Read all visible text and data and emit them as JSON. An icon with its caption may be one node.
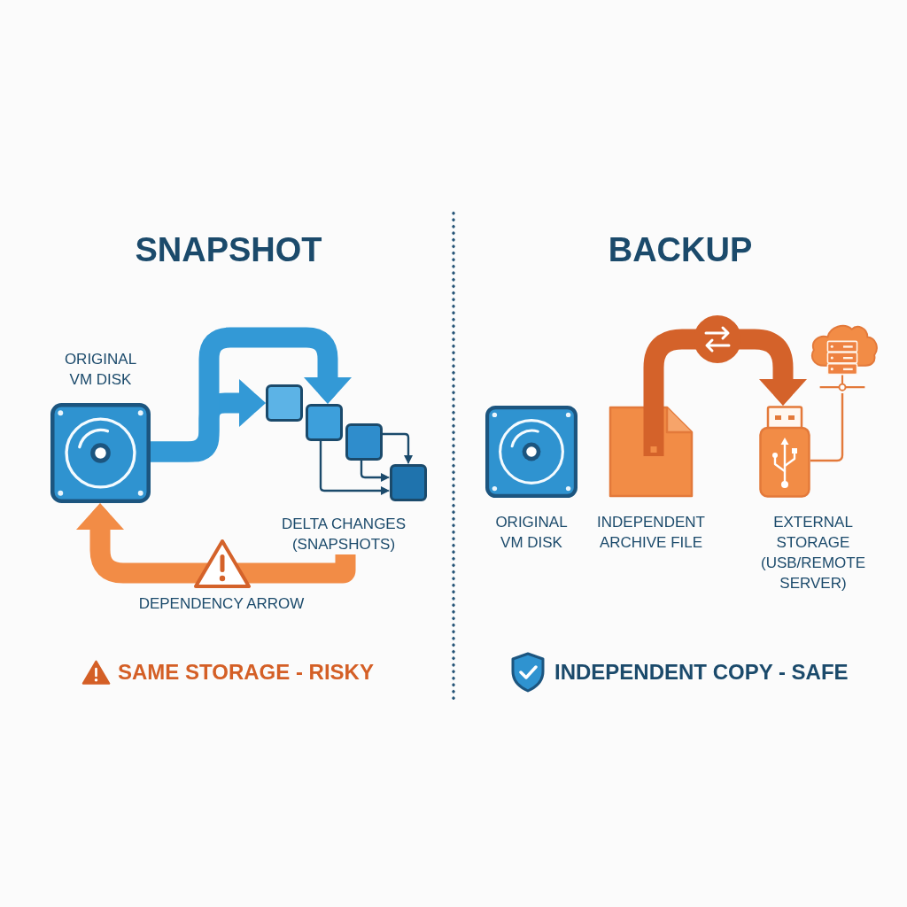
{
  "diagram": {
    "nodes": [
      {
        "text": [
          "ORIGINAL VM DISK"
        ]
      },
      {
        "text": [],
        "shape": "box"
      },
      {
        "text": [],
        "shape": "box"
      },
      {
        "text": [],
        "shape": "box"
      },
      {
        "text": [],
        "shape": "box"
      },
      {
        "text": [
          "DELTA CHANGES (SNAPSHOTS)"
        ]
      },
      {
        "text": [
          "ORIGINAL VM DISK"
        ]
      },
      {
        "text": [
          "INDEPENDENT ARCHIVE FILE"
        ]
      },
      {
        "text": [
          "EXTERNAL STORAGE (USB/REMOTE SERVER)"
        ]
      },
      {
        "text": [],
        "shape": "cloud"
      }
    ],
    "edges": [
      {
        "from": 0,
        "to": 1,
        "arrow": "to",
        "style": "thick",
        "color": "#3399d6"
      },
      {
        "from": 0,
        "to": 2,
        "arrow": "to",
        "style": "thick",
        "color": "#3399d6"
      },
      {
        "from": 3,
        "to": 4,
        "arrow": "to"
      },
      {
        "from": 3,
        "to": 4,
        "arrow": "to"
      },
      {
        "from": 2,
        "to": 4,
        "arrow": "to"
      },
      {
        "from": 5,
        "to": 0,
        "arrow": "to",
        "label": "DEPENDENCY ARROW",
        "style": "thick",
        "color": "#f28c46"
      },
      {
        "from": 7,
        "to": 8,
        "arrow": "to",
        "style": "thick",
        "color": "#d4622a"
      },
      {
        "from": 8,
        "to": 9,
        "arrow": "none",
        "color": "#e3793a"
      }
    ],
    "labels": [
      "SNAPSHOT",
      "BACKUP",
      "SAME STORAGE - RISKY",
      "INDEPENDENT COPY - SAFE"
    ]
  }
}
